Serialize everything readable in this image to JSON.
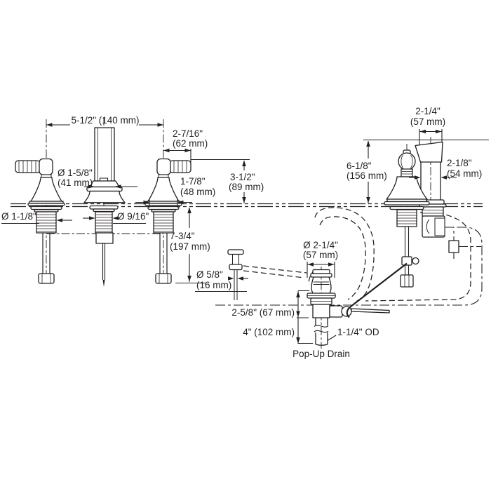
{
  "colors": {
    "line": "#231f20",
    "background": "#ffffff"
  },
  "dims": {
    "spread": {
      "text": "5-1/2\" (140 mm)"
    },
    "handle_length": {
      "line1": "2-7/16\"",
      "line2": "(62 mm)"
    },
    "spout_top_width": {
      "line1": "2-1/4\"",
      "line2": "(57 mm)"
    },
    "spout_diameter": {
      "line1": "Ø 1-5/8\"",
      "line2": "(41 mm)"
    },
    "handle_base_width": {
      "line1": "1-7/8\"",
      "line2": "(48 mm)"
    },
    "handle_height": {
      "line1": "3-1/2\"",
      "line2": "(89 mm)"
    },
    "spout_height": {
      "line1": "6-1/8\"",
      "line2": "(156 mm)"
    },
    "spout_body_width": {
      "line1": "2-1/8\"",
      "line2": "(54 mm)"
    },
    "shank_diameter": {
      "text": "Ø 1-1/8\""
    },
    "valve_diameter": {
      "text": "Ø 9/16\""
    },
    "below_deck_depth": {
      "line1": "7-3/4\"",
      "line2": "(197 mm)"
    },
    "lift_rod_diameter": {
      "line1": "Ø 5/8\"",
      "line2": "(16 mm)"
    },
    "drain_flange_diameter": {
      "line1": "Ø 2-1/4\"",
      "line2": "(57 mm)"
    },
    "drain_body_height": {
      "text": "2-5/8\" (67 mm)"
    },
    "tailpiece_length": {
      "text": "4\" (102 mm)"
    },
    "tailpiece_od": {
      "text": "1-1/4\" OD"
    },
    "pop_up_drain": {
      "text": "Pop-Up Drain"
    }
  }
}
